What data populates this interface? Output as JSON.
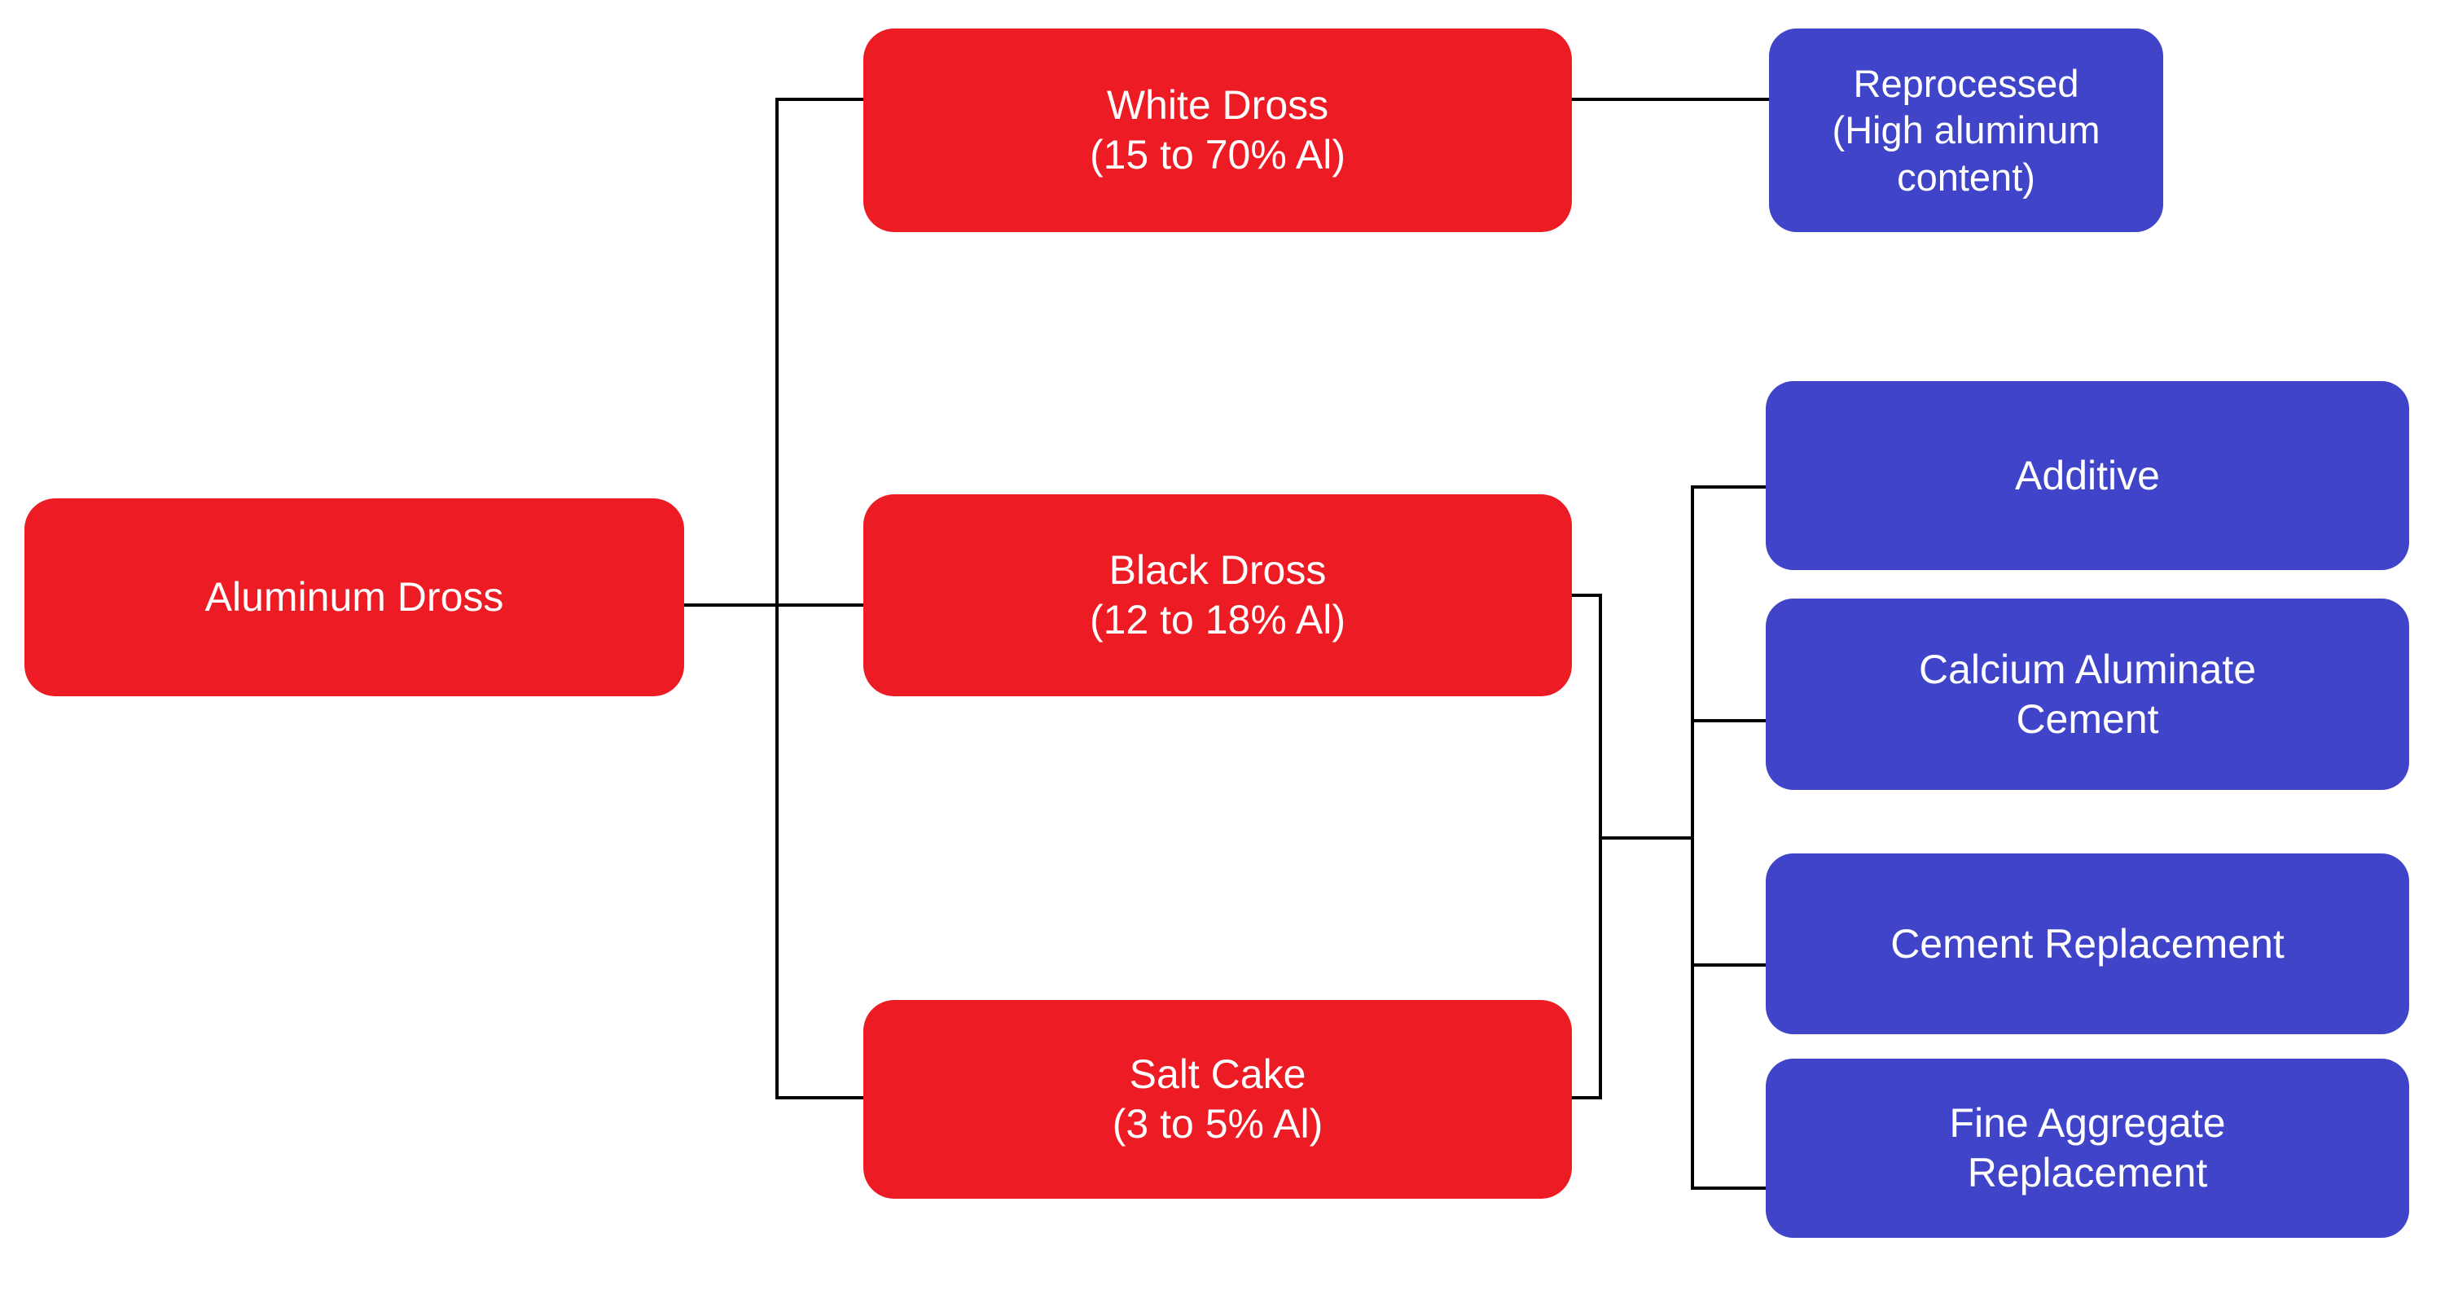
{
  "diagram": {
    "title": "Aluminum Dross Classification and Utilization Flowchart",
    "type": "flowchart",
    "orientation": "left-to-right",
    "colors": {
      "source_node": "#ED1C24",
      "application_node": "#4044C8",
      "connector": "#000000",
      "background": "#FFFFFF",
      "node_text": "#FFFFFF"
    },
    "nodes": {
      "root": {
        "label": "Aluminum Dross",
        "category": "source"
      },
      "white_dross": {
        "line1": "White Dross",
        "line2": "(15 to 70% Al)",
        "label": "White Dross\n(15 to 70% Al)",
        "category": "source",
        "al_content_min": 15,
        "al_content_max": 70,
        "al_content_unit": "%"
      },
      "black_dross": {
        "line1": "Black Dross",
        "line2": "(12 to 18% Al)",
        "label": "Black Dross\n(12 to 18% Al)",
        "category": "source",
        "al_content_min": 12,
        "al_content_max": 18,
        "al_content_unit": "%"
      },
      "salt_cake": {
        "line1": "Salt Cake",
        "line2": "(3 to 5% Al)",
        "label": "Salt Cake\n(3 to 5% Al)",
        "category": "source",
        "al_content_min": 3,
        "al_content_max": 5,
        "al_content_unit": "%"
      },
      "reprocessed": {
        "line1": "Reprocessed",
        "line2": "(High aluminum content)",
        "label": "Reprocessed\n(High aluminum content)",
        "category": "application"
      },
      "additive": {
        "label": "Additive",
        "category": "application"
      },
      "calcium_aluminate_cement": {
        "label": "Calcium Aluminate\nCement",
        "category": "application"
      },
      "cement_replacement": {
        "label": "Cement Replacement",
        "category": "application"
      },
      "fine_aggregate_replacement": {
        "label": "Fine Aggregate\nReplacement",
        "category": "application"
      }
    },
    "edges": [
      {
        "from": "root",
        "to": "white_dross"
      },
      {
        "from": "root",
        "to": "black_dross"
      },
      {
        "from": "root",
        "to": "salt_cake"
      },
      {
        "from": "white_dross",
        "to": "reprocessed"
      },
      {
        "from": "black_dross",
        "to": "additive"
      },
      {
        "from": "black_dross",
        "to": "calcium_aluminate_cement"
      },
      {
        "from": "black_dross",
        "to": "cement_replacement"
      },
      {
        "from": "black_dross",
        "to": "fine_aggregate_replacement"
      },
      {
        "from": "salt_cake",
        "to": "additive"
      },
      {
        "from": "salt_cake",
        "to": "calcium_aluminate_cement"
      },
      {
        "from": "salt_cake",
        "to": "cement_replacement"
      },
      {
        "from": "salt_cake",
        "to": "fine_aggregate_replacement"
      }
    ]
  }
}
